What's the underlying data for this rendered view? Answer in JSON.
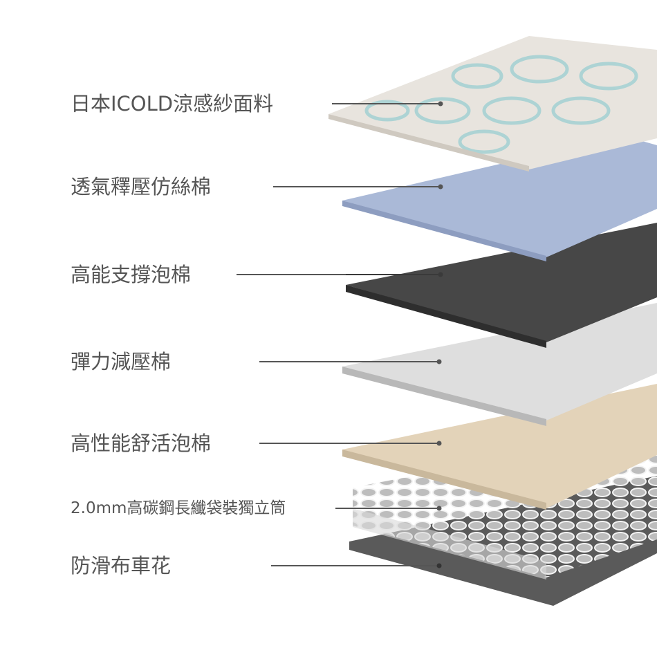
{
  "layers": [
    {
      "label": "日本ICOLD涼感紗面料",
      "color": "#e6e2dc"
    },
    {
      "label": "透氣釋壓仿絲棉",
      "color": "#a9b8d6"
    },
    {
      "label": "高能支撐泡棉",
      "color": "#454545"
    },
    {
      "label": "彈力減壓棉",
      "color": "#dcdcdc"
    },
    {
      "label": "高性能舒活泡棉",
      "color": "#e2d2b8"
    },
    {
      "label": "2.0mm高碳鋼長纖袋裝獨立筒",
      "color": "#c9c9c9"
    },
    {
      "label": "防滑布車花",
      "color": "#555555"
    }
  ]
}
